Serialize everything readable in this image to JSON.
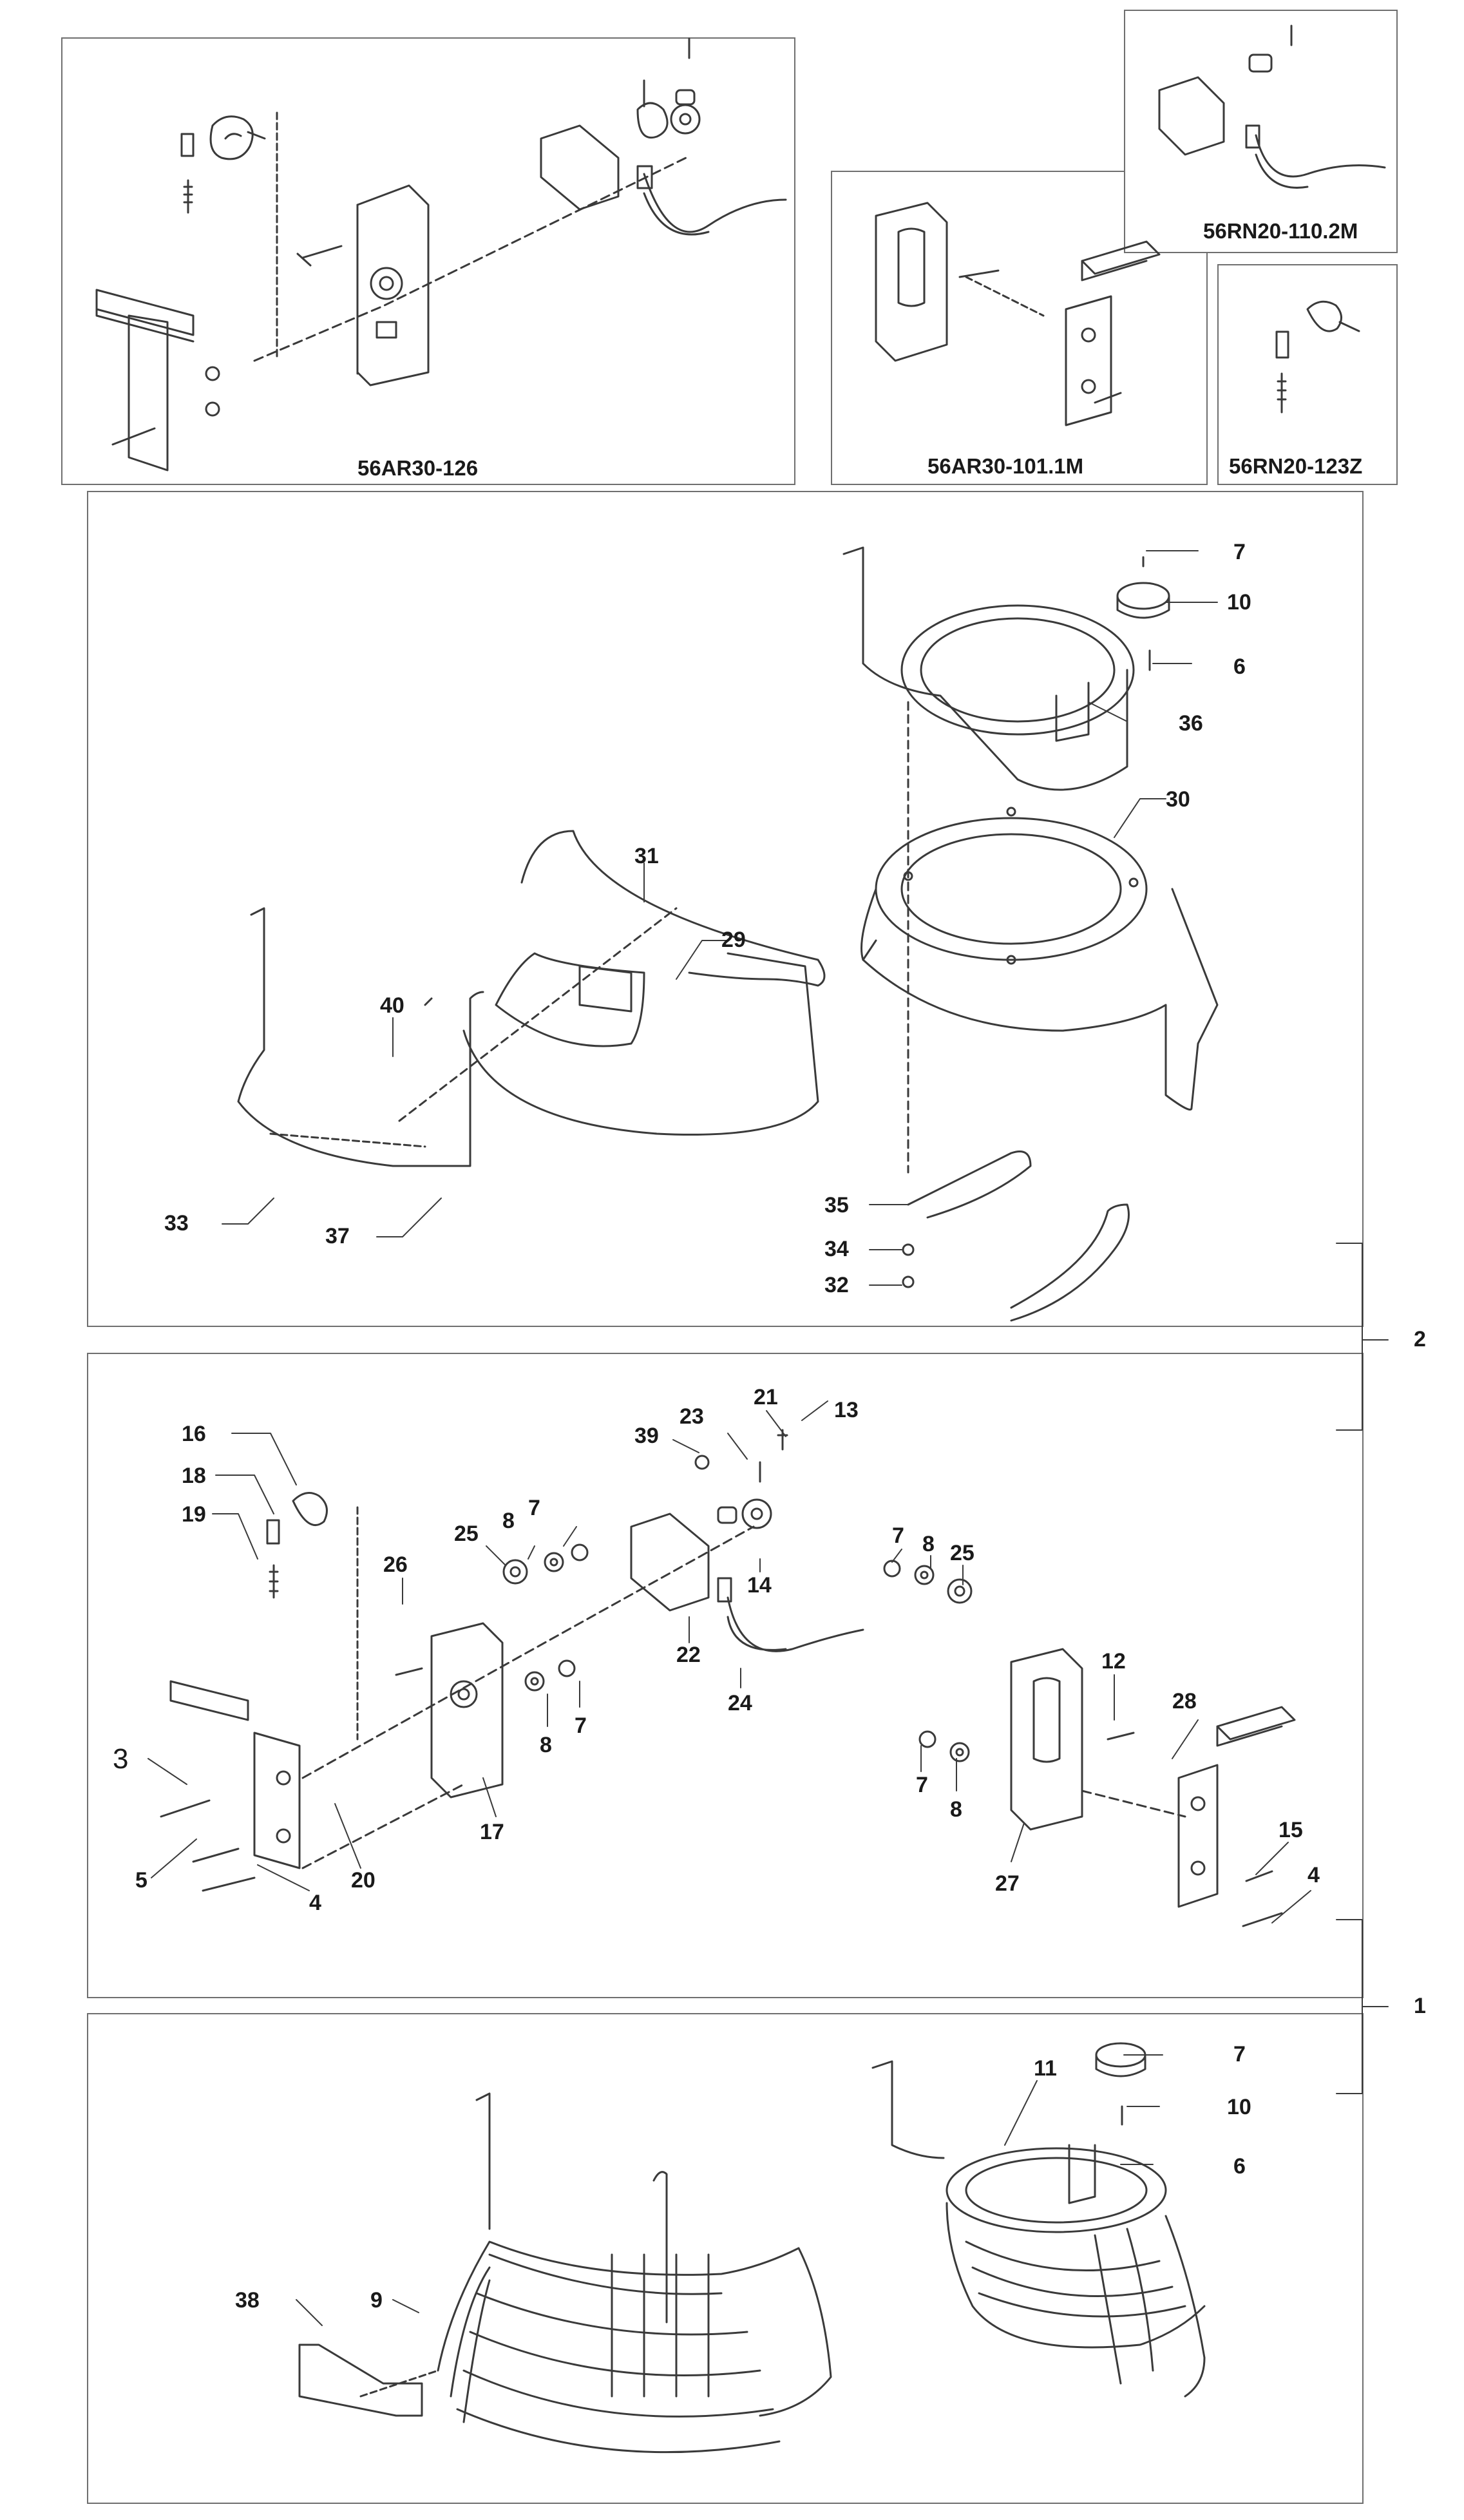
{
  "insets": {
    "kit_a": "56AR30-126",
    "kit_b": "56AR30-101.1M",
    "kit_c": "56RN20-110.2M",
    "kit_d": "56RN20-123Z"
  },
  "assembly_labels": [
    "1",
    "2"
  ],
  "callouts": {
    "top_section": [
      "7",
      "10",
      "6",
      "36",
      "30",
      "31",
      "29",
      "40",
      "33",
      "37",
      "35",
      "34",
      "32"
    ],
    "middle_section": [
      "21",
      "13",
      "23",
      "39",
      "16",
      "18",
      "19",
      "7",
      "8",
      "25",
      "26",
      "14",
      "22",
      "24",
      "8",
      "7",
      "3",
      "5",
      "4",
      "20",
      "17",
      "7",
      "8",
      "25",
      "12",
      "28",
      "7",
      "8",
      "15",
      "27",
      "4"
    ],
    "bottom_section": [
      "7",
      "10",
      "11",
      "6",
      "38",
      "9"
    ]
  },
  "colors": {
    "line": "#3a3a3a",
    "frame": "#6f6f6f",
    "text": "#1a1a1a"
  }
}
